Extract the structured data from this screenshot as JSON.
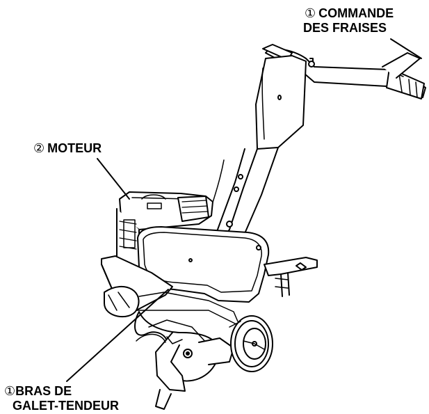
{
  "labels": {
    "commande": {
      "marker": "①",
      "line1": "COMMANDE",
      "line2": "DES FRAISES"
    },
    "moteur": {
      "marker": "②",
      "text": "MOTEUR"
    },
    "bras": {
      "marker": "①",
      "line1": "BRAS DE",
      "line2": "GALET-TENDEUR"
    }
  },
  "colors": {
    "ink": "#000000",
    "paper": "#ffffff"
  }
}
